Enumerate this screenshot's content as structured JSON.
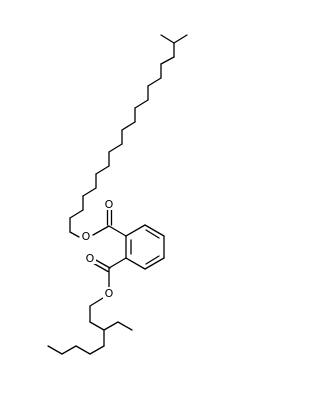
{
  "structure": {
    "atom_labels": {
      "ester_upper_carbonyl_o": "O",
      "ester_upper_alkoxy_o": "O",
      "ester_lower_carbonyl_o": "O",
      "ester_lower_alkoxy_o": "O"
    },
    "colors": {
      "bond": "#000000",
      "label": "#000000",
      "background": "#ffffff"
    }
  }
}
